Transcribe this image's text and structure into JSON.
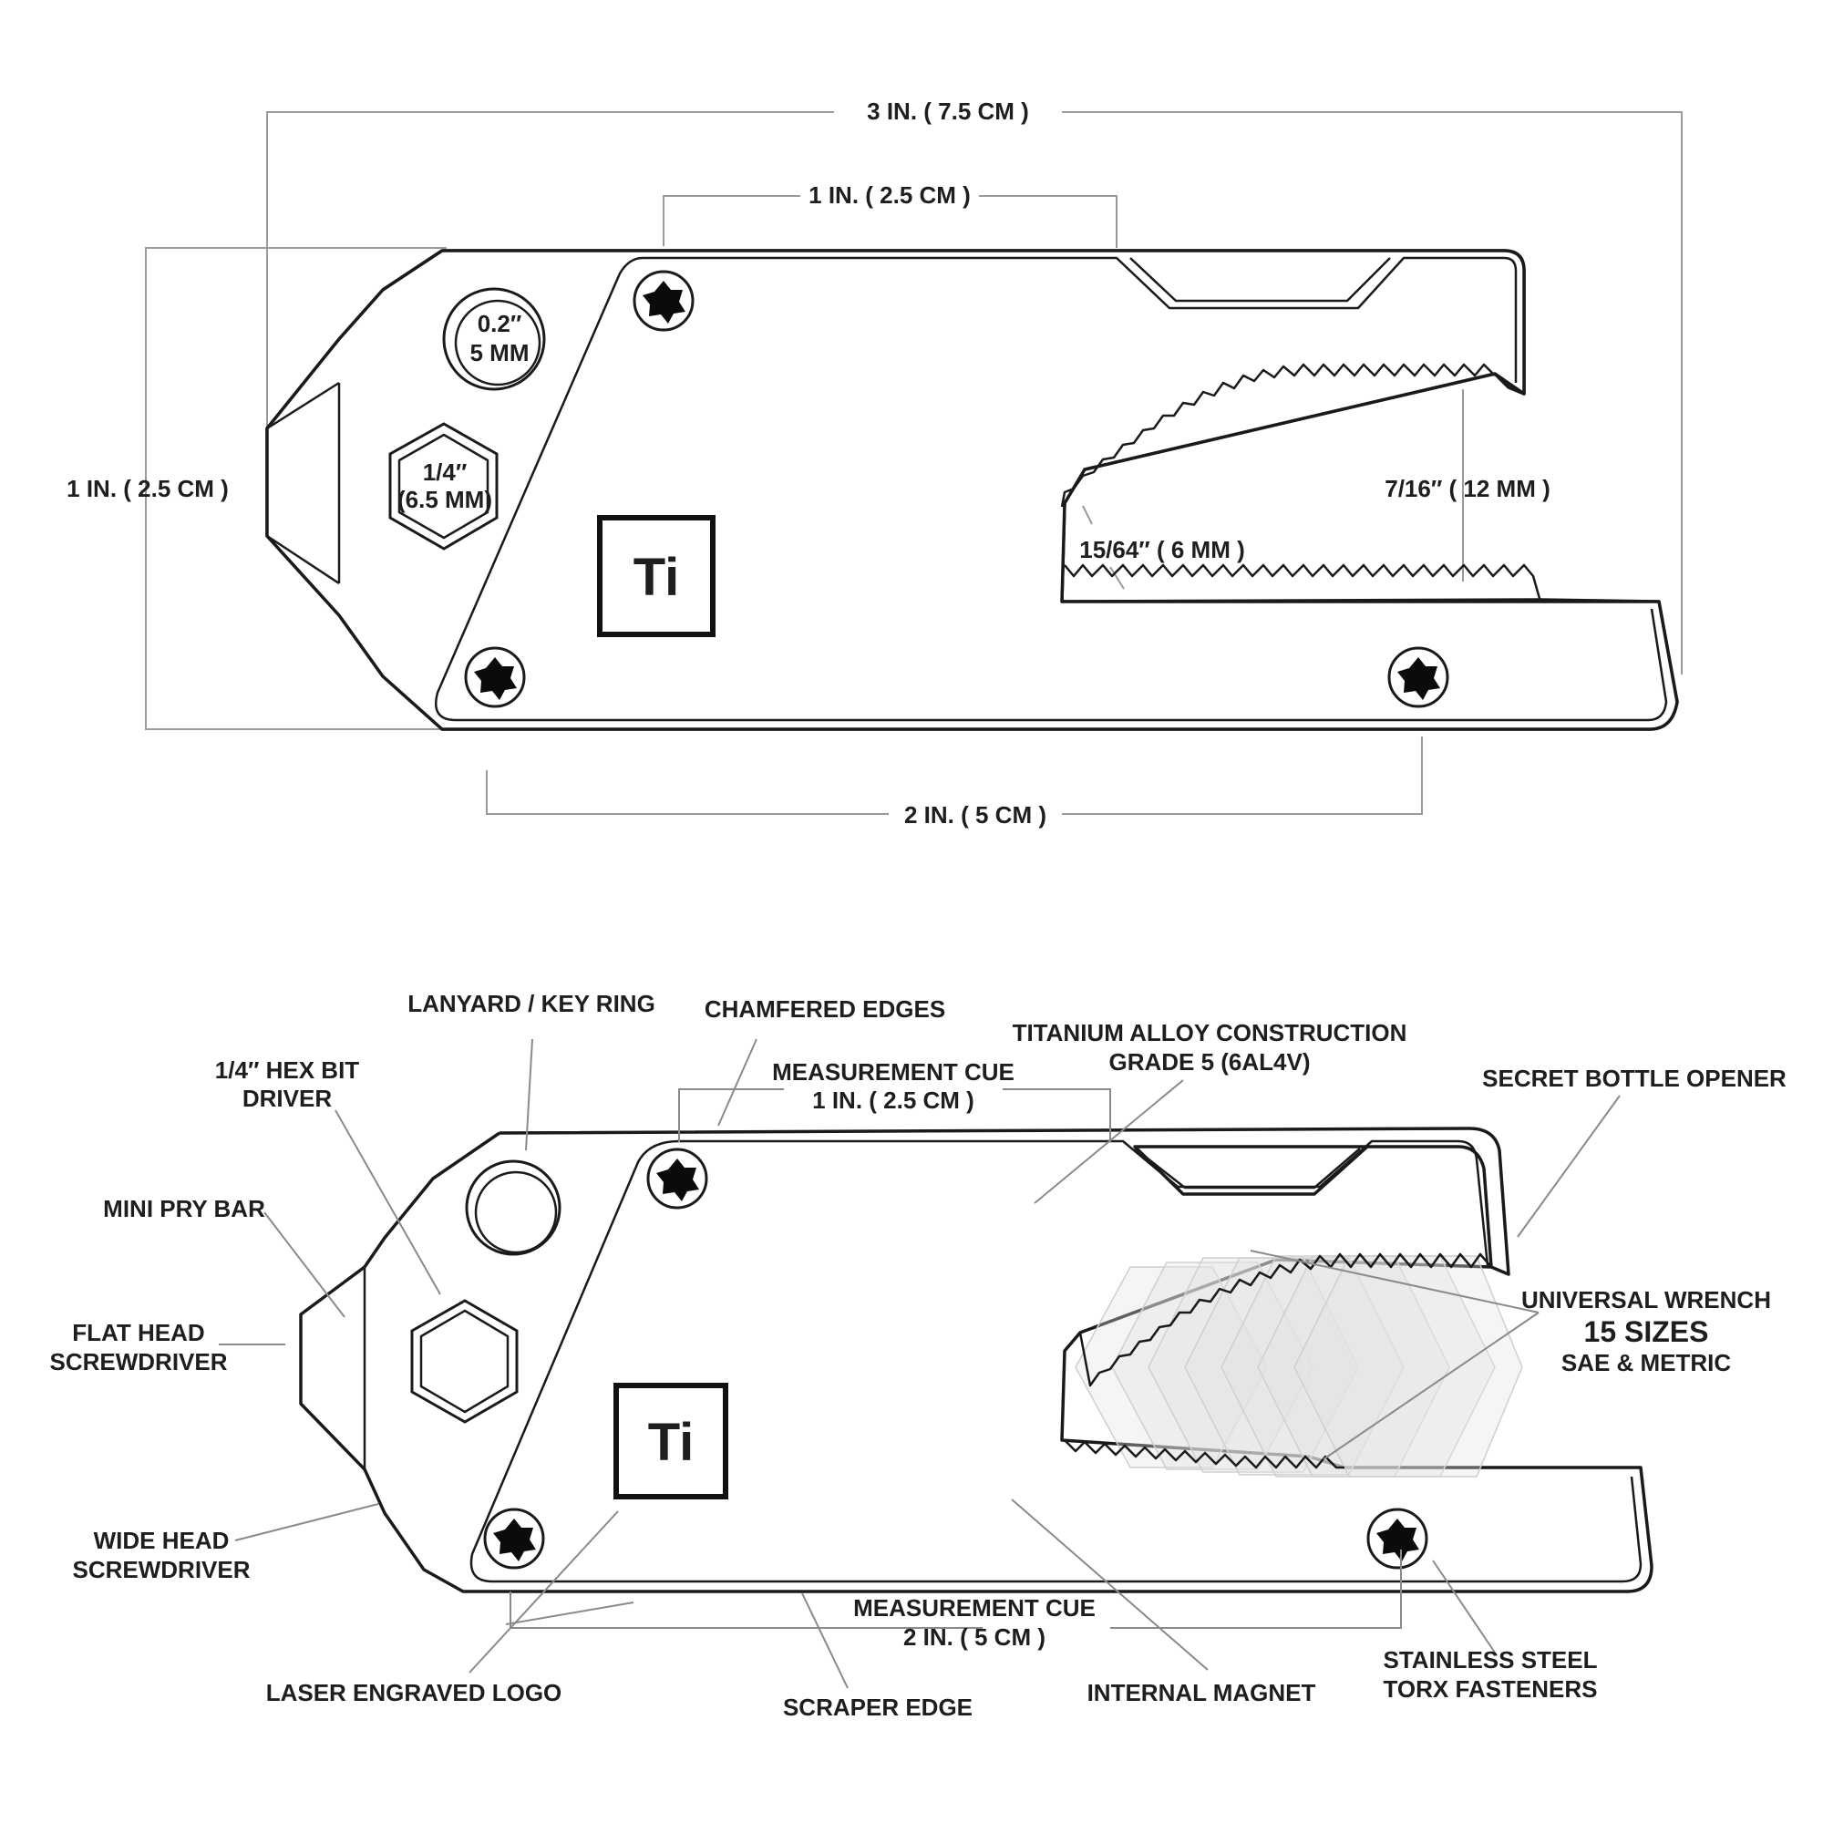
{
  "top_view": {
    "overall_length": "3 IN. ( 7.5 CM )",
    "top_span": "1 IN. ( 2.5 CM )",
    "height": "1 IN. ( 2.5 CM )",
    "bottom_span": "2 IN. ( 5 CM )",
    "round_hole_line1": "0.2″",
    "round_hole_line2": "5 MM",
    "hex_hole_line1": "1/4″",
    "hex_hole_line2": "(6.5 MM)",
    "wrench_max": "7/16″ ( 12 MM )",
    "wrench_min": "15/64″ ( 6 MM )",
    "logo": "Ti"
  },
  "feature_view": {
    "logo": "Ti",
    "labels": {
      "lanyard": "LANYARD / KEY RING",
      "chamfered": "CHAMFERED EDGES",
      "titanium_line1": "TITANIUM ALLOY CONSTRUCTION",
      "titanium_line2": "GRADE 5 (6AL4V)",
      "hex_driver_line1": "1/4″ HEX BIT",
      "hex_driver_line2": "DRIVER",
      "measure_top_line1": "MEASUREMENT CUE",
      "measure_top_line2": "1 IN. ( 2.5 CM )",
      "bottle_opener": "SECRET BOTTLE OPENER",
      "pry_bar": "MINI PRY BAR",
      "wrench_line1": "UNIVERSAL WRENCH",
      "wrench_line2": "15 SIZES",
      "wrench_line3": "SAE & METRIC",
      "flat_head_line1": "FLAT HEAD",
      "flat_head_line2": "SCREWDRIVER",
      "wide_head_line1": "WIDE HEAD",
      "wide_head_line2": "SCREWDRIVER",
      "measure_bottom_line1": "MEASUREMENT CUE",
      "measure_bottom_line2": "2 IN. ( 5 CM )",
      "torx_line1": "STAINLESS STEEL",
      "torx_line2": "TORX FASTENERS",
      "laser_logo": "LASER ENGRAVED LOGO",
      "scraper": "SCRAPER EDGE",
      "magnet": "INTERNAL MAGNET"
    }
  },
  "colors": {
    "ink": "#1a1a1a",
    "dimension_line": "#9a9a9a",
    "background": "#ffffff"
  }
}
